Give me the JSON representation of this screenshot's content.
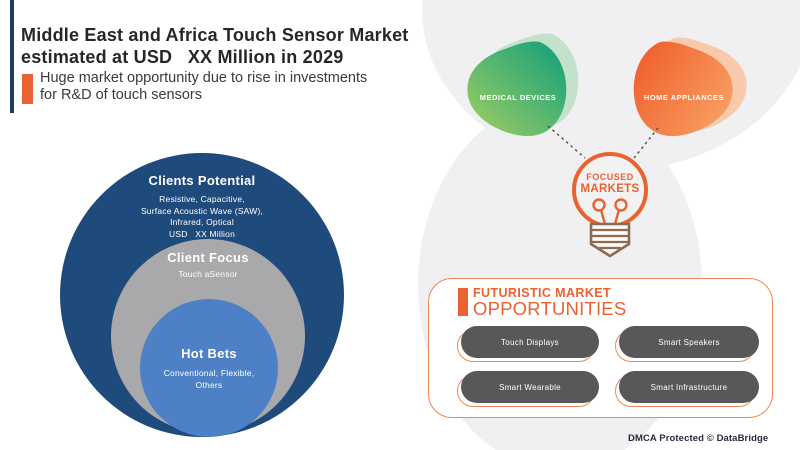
{
  "colors": {
    "accent_orange": "#ea6230",
    "panel_border_orange": "#ef8657",
    "navy_circle": "#1f4a7c",
    "gray_circle": "#a9a9ab",
    "blue_circle": "#4d80c4",
    "pill_gray": "#58585a",
    "green_blob_from": "#a3cf62",
    "green_blob_to": "#0f9e7b",
    "orange_blob_from": "#f05a28",
    "orange_blob_to": "#f79b5f",
    "bulb_base_brown": "#8b6b51",
    "background_blob_gray": "#f0f0f2"
  },
  "header": {
    "title_line1": "Middle East and Africa Touch Sensor Market",
    "title_line2": "estimated at USD   XX Million in 2029",
    "subtitle_line1": "Huge market opportunity due to rise in investments",
    "subtitle_line2": "for R&D of touch sensors"
  },
  "onion_diagram": {
    "outer": {
      "title": "Clients Potential",
      "line1": "Resistive, Capacitive,",
      "line2": "Surface Acoustic Wave (SAW),",
      "line3": "Infrared, Optical",
      "line4": "USD   XX Million"
    },
    "middle": {
      "title": "Client Focus",
      "line1": "Touch aSensor"
    },
    "inner": {
      "title": "Hot Bets",
      "line1": "Conventional, Flexible,",
      "line2": "Others"
    }
  },
  "focused_markets": {
    "left_blob_label": "MEDICAL DEVICES",
    "right_blob_label": "HOME APPLIANCES",
    "bulb_line1": "FOCUSED",
    "bulb_line2": "MARKETS"
  },
  "opportunities": {
    "heading_line1": "FUTURISTIC MARKET",
    "heading_line2": "OPPORTUNITIES",
    "items": [
      "Touch Displays",
      "Smart Speakers",
      "Smart Wearable",
      "Smart Infrastructure"
    ]
  },
  "footer": {
    "dmca_text": "DMCA Protected © DataBridge"
  }
}
